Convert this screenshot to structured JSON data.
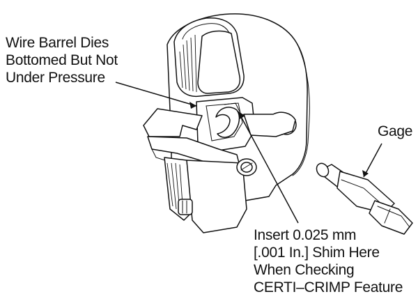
{
  "labels": {
    "wire_barrel": [
      "Wire Barrel Dies",
      "Bottomed But Not",
      "Under Pressure"
    ],
    "gage": "Gage",
    "insert_shim": [
      "Insert 0.025 mm",
      "[.001 In.] Shim Here",
      "When Checking",
      "CERTI–CRIMP Feature"
    ]
  },
  "colors": {
    "line": "#111111",
    "background": "#ffffff"
  }
}
